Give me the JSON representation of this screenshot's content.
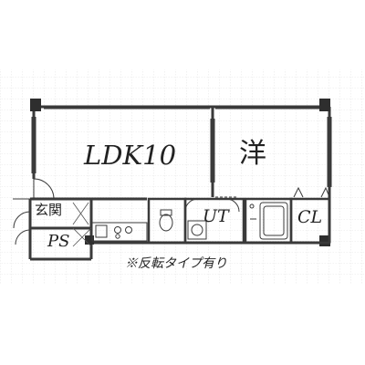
{
  "rooms": {
    "ldk": "LDK10",
    "western": "洋",
    "ut": "UT",
    "cl": "CL",
    "entrance": "玄関",
    "ps": "PS"
  },
  "note": "※反転タイプ有り",
  "colors": {
    "wall": "#3a3a3a",
    "column": "#2e2e2e",
    "grid": "#d0d0d0",
    "door_hatch": "#555555"
  }
}
